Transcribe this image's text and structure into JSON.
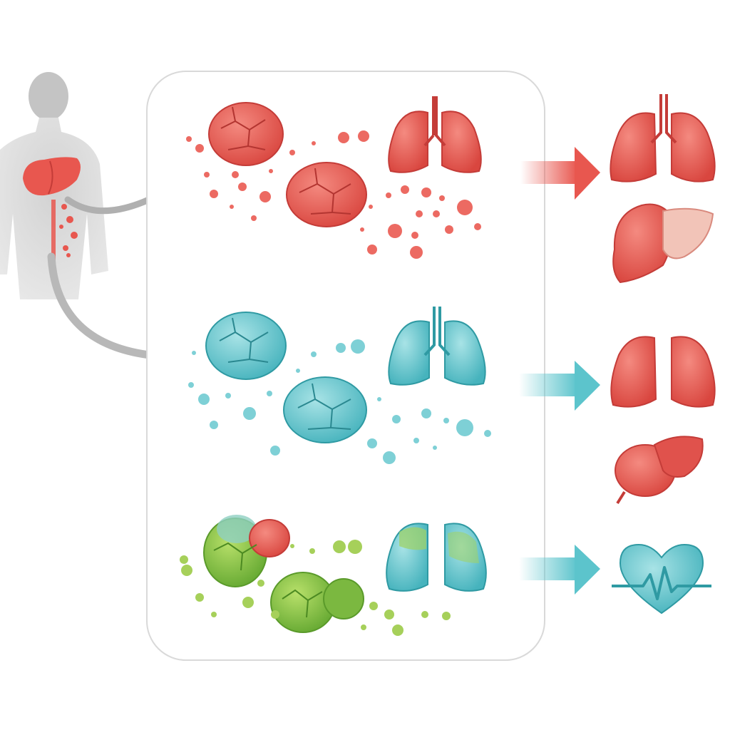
{
  "colors": {
    "red": "#e8574f",
    "red_light": "#f2918a",
    "red_dark": "#c43c38",
    "teal": "#5cc4cc",
    "teal_light": "#a6e0e4",
    "teal_dark": "#2f9aa3",
    "green": "#8cc63f",
    "green_light": "#c2e07a",
    "green_dark": "#5a9a2a",
    "gray_silhouette": "#c9c9c9",
    "gray_arrow": "#a9a9a9",
    "panel_border": "#d9d9d9"
  },
  "rows": [
    {
      "id": "red",
      "source_organ": "liver-red",
      "mid_organ": "lungs-red",
      "targets": [
        "lungs-red",
        "liver-red"
      ]
    },
    {
      "id": "teal",
      "source_organ": "liver-teal",
      "mid_organ": "lungs-teal",
      "targets": [
        "lungs-red",
        "kidney-red"
      ]
    },
    {
      "id": "green",
      "source_organ": "liver-green",
      "mid_organ": "lungs-teal-green",
      "targets": [
        "heart-teal"
      ]
    }
  ],
  "icons": {
    "silhouette": "human-silhouette-icon",
    "heart": "heartbeat-heart-icon"
  }
}
